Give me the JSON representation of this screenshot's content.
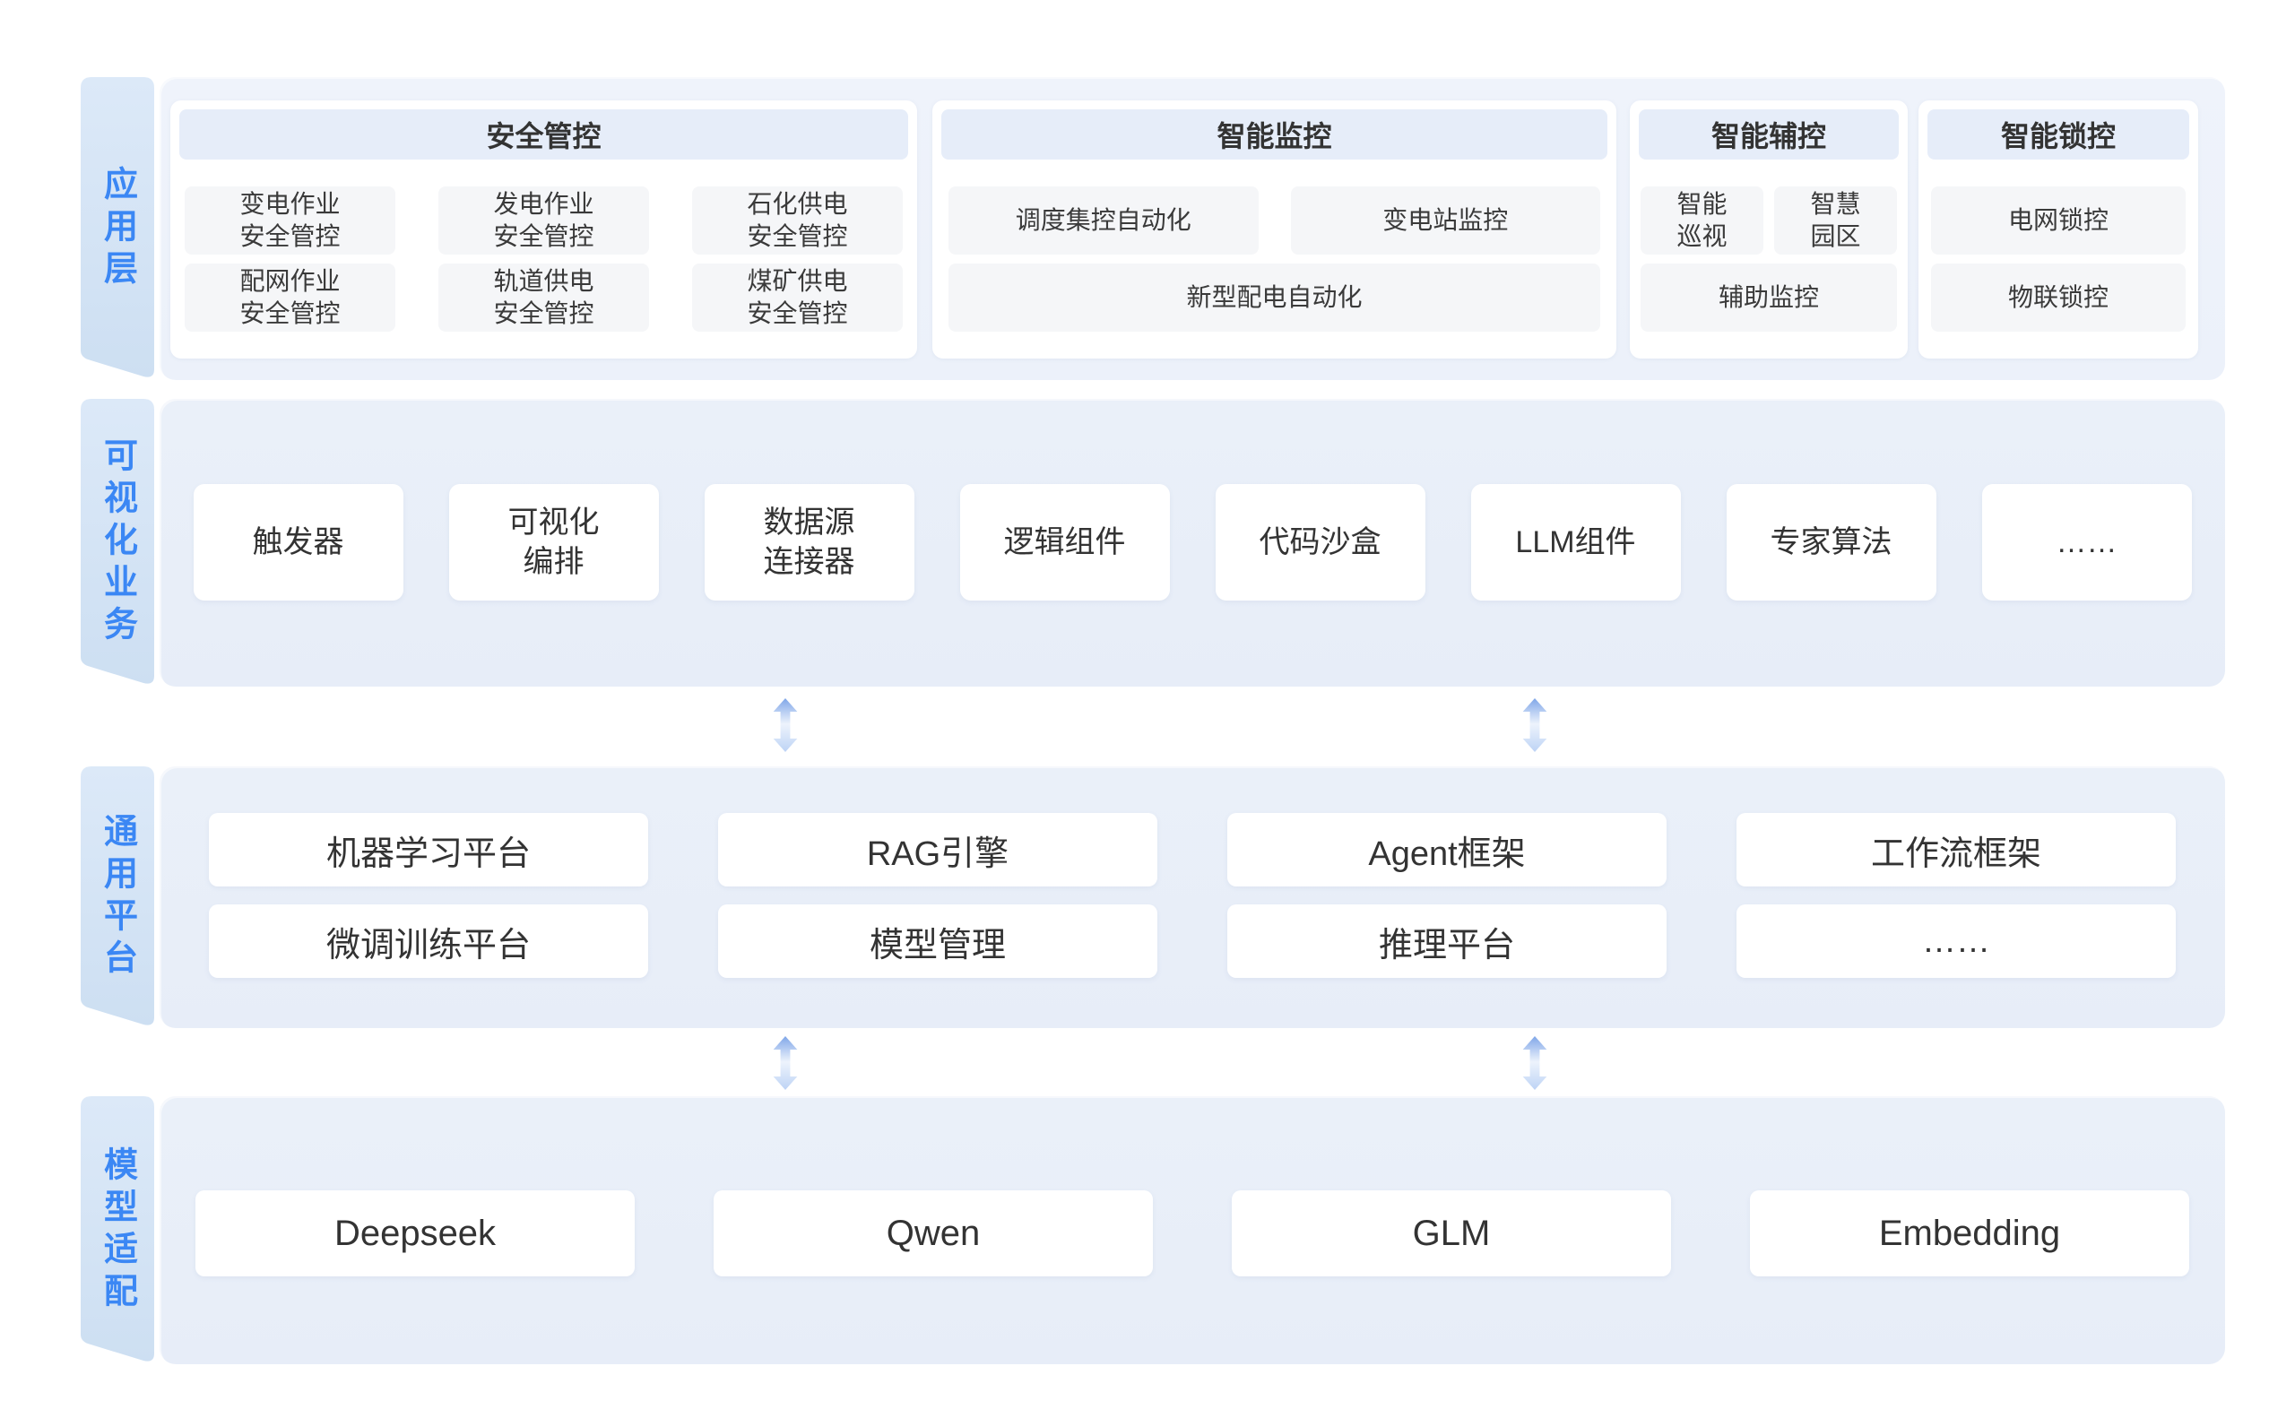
{
  "palette": {
    "accent_blue": "#3B87F4",
    "tab_fill_top": "#DCE9F8",
    "tab_fill_bottom": "#CDDFF2",
    "layer_body": "#E8EEF9",
    "section_header": "#E6EDF9",
    "chip_bg": "#F5F6F8",
    "card_bg": "#FFFFFF",
    "text_dark": "#333333",
    "arrow_top": "#7FA6E8",
    "arrow_bottom": "#BDD3F5"
  },
  "icons": {
    "updown_arrow": "vertical double-headed arrow"
  },
  "layers": {
    "application": {
      "tab": "应用层",
      "sections": [
        {
          "title": "安全管控",
          "items": [
            "变电作业\n安全管控",
            "发电作业\n安全管控",
            "石化供电\n安全管控",
            "配网作业\n安全管控",
            "轨道供电\n安全管控",
            "煤矿供电\n安全管控"
          ]
        },
        {
          "title": "智能监控",
          "items": [
            "调度集控自动化",
            "变电站监控",
            "新型配电自动化"
          ]
        },
        {
          "title": "智能辅控",
          "items": [
            "智能\n巡视",
            "智慧\n园区",
            "辅助监控"
          ]
        },
        {
          "title": "智能锁控",
          "items": [
            "电网锁控",
            "物联锁控"
          ]
        }
      ]
    },
    "visual_business": {
      "tab": "可视化业务",
      "cards": [
        "触发器",
        "可视化\n编排",
        "数据源\n连接器",
        "逻辑组件",
        "代码沙盒",
        "LLM组件",
        "专家算法",
        "……"
      ]
    },
    "common_platform": {
      "tab": "通用平台",
      "cards_row1": [
        "机器学习平台",
        "RAG引擎",
        "Agent框架",
        "工作流框架"
      ],
      "cards_row2": [
        "微调训练平台",
        "模型管理",
        "推理平台",
        "……"
      ]
    },
    "model_adaptation": {
      "tab": "模型适配",
      "cards": [
        "Deepseek",
        "Qwen",
        "GLM",
        "Embedding"
      ]
    }
  }
}
